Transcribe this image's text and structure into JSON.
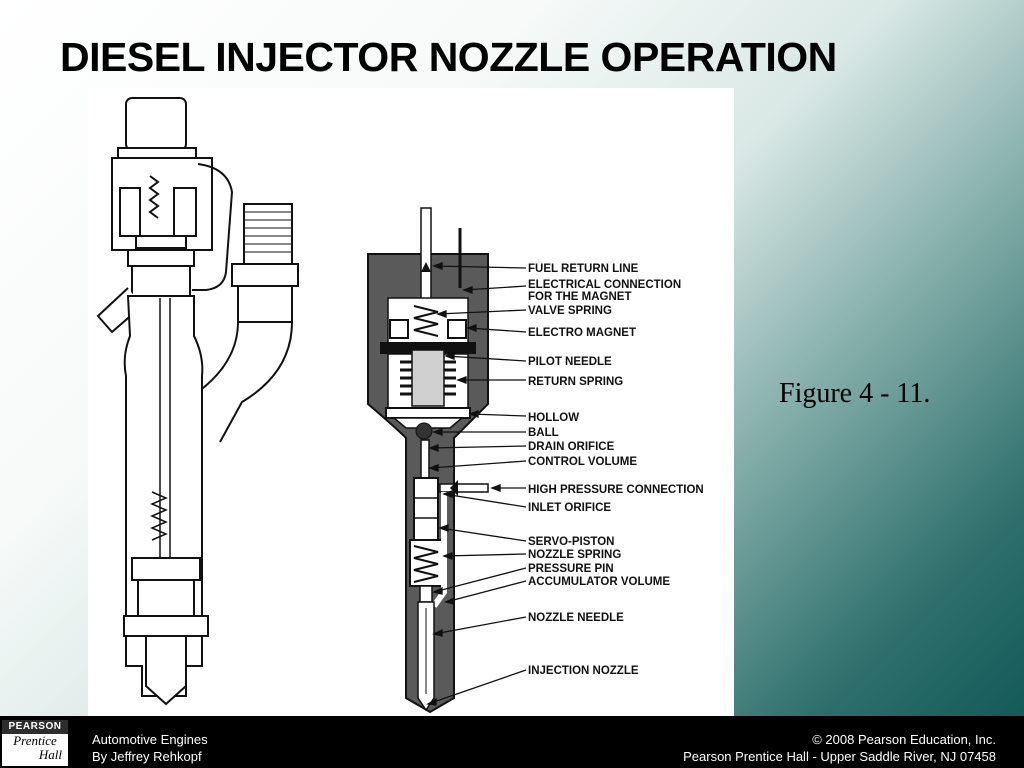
{
  "slide": {
    "title": "DIESEL INJECTOR NOZZLE OPERATION",
    "caption": "Figure 4 - 11."
  },
  "diagram": {
    "callouts": [
      {
        "label": "FUEL RETURN LINE"
      },
      {
        "label": "ELECTRICAL CONNECTION"
      },
      {
        "label": "FOR THE MAGNET"
      },
      {
        "label": "VALVE SPRING"
      },
      {
        "label": "ELECTRO MAGNET"
      },
      {
        "label": "PILOT NEEDLE"
      },
      {
        "label": "RETURN SPRING"
      },
      {
        "label": "HOLLOW"
      },
      {
        "label": "BALL"
      },
      {
        "label": "DRAIN ORIFICE"
      },
      {
        "label": "CONTROL VOLUME"
      },
      {
        "label": "HIGH PRESSURE CONNECTION"
      },
      {
        "label": "INLET ORIFICE"
      },
      {
        "label": "SERVO-PISTON"
      },
      {
        "label": "NOZZLE SPRING"
      },
      {
        "label": "PRESSURE PIN"
      },
      {
        "label": "ACCUMULATOR VOLUME"
      },
      {
        "label": "NOZZLE NEEDLE"
      },
      {
        "label": "INJECTION NOZZLE"
      }
    ]
  },
  "footer": {
    "logo_top": "PEARSON",
    "logo_mid": "Prentice",
    "logo_bot": "Hall",
    "left_line1": "Automotive Engines",
    "left_line2": "By Jeffrey Rehkopf",
    "right_line1": "© 2008 Pearson Education, Inc.",
    "right_line2": "Pearson Prentice Hall - Upper Saddle River, NJ 07458"
  },
  "colors": {
    "ink": "#111111",
    "body_dark": "#5a5a5a",
    "footer_bg": "#000000"
  }
}
